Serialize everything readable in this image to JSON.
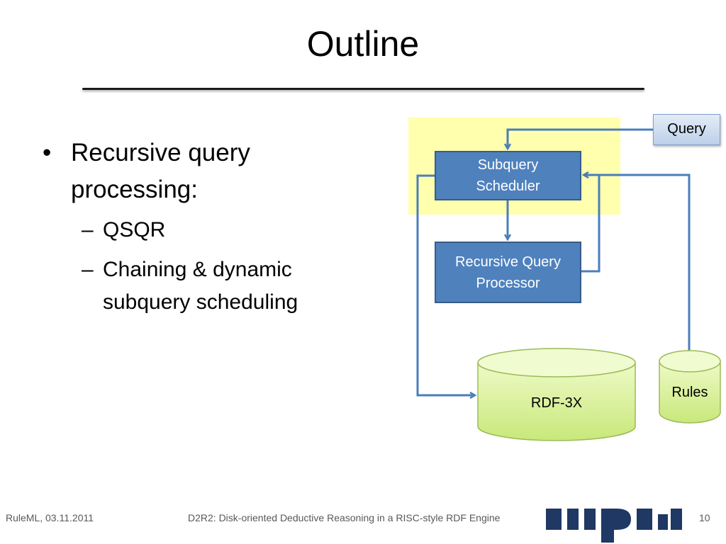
{
  "slide": {
    "title": "Outline",
    "bullets": [
      {
        "text": "Recursive query processing:",
        "sub": [
          "QSQR",
          "Chaining & dynamic subquery scheduling"
        ]
      }
    ]
  },
  "diagram": {
    "query": "Query",
    "scheduler": [
      "Subquery",
      "Scheduler"
    ],
    "processor": [
      "Recursive Query",
      "Processor"
    ],
    "db": "RDF-3X",
    "rules": "Rules",
    "colors": {
      "box_fill": "#4f81bd",
      "box_border": "#385d8a",
      "arrow": "#4a7ebb",
      "highlight": "#ffff99",
      "cylinder_fill": "#d7f08a",
      "cylinder_border": "#9bbb59"
    }
  },
  "footer": {
    "left": "RuleML, 03.11.2011",
    "center": "D2R2: Disk-oriented Deductive Reasoning in a RISC-style RDF Engine",
    "page": "10",
    "logo": "mpii"
  }
}
